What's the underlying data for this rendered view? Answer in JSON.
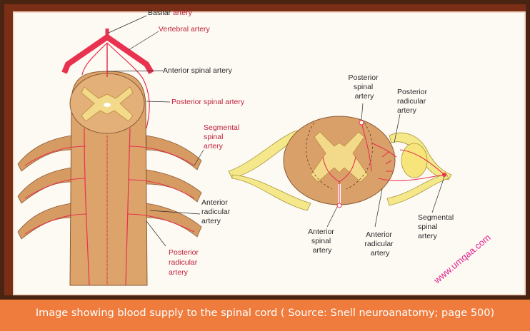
{
  "labels": {
    "basilar_artery_1": "Basilar",
    "basilar_artery_2": "artery",
    "vertebral_artery": "Vertebral artery",
    "anterior_spinal_artery_left": "Anterior spinal artery",
    "posterior_spinal_artery_left": "Posterior spinal artery",
    "segmental_spinal_artery_left": [
      "Segmental",
      "spinal",
      "artery"
    ],
    "anterior_radicular_artery_left": [
      "Anterior",
      "radicular",
      "artery"
    ],
    "posterior_radicular_artery_left": [
      "Posterior",
      "radicular",
      "artery"
    ],
    "posterior_spinal_artery_right": [
      "Posterior",
      "spinal",
      "artery"
    ],
    "posterior_radicular_artery_right": [
      "Posterior",
      "radicular",
      "artery"
    ],
    "segmental_spinal_artery_right": [
      "Segmental",
      "spinal",
      "artery"
    ],
    "anterior_spinal_artery_right": [
      "Anterior",
      "spinal",
      "artery"
    ],
    "anterior_radicular_artery_right": [
      "Anterior",
      "radicular",
      "artery"
    ]
  },
  "watermark": "www.umqaa.com",
  "caption": "Image showing blood supply to the spinal cord ( Source: Snell neuroanatomy; page 500)",
  "colors": {
    "artery": "#e8324f",
    "cord": "#d9a06a",
    "grey_matter": "#f3d98a",
    "root": "#f5e88a",
    "caption_bar": "#ef7b3c",
    "frame": "#7a2e16"
  }
}
